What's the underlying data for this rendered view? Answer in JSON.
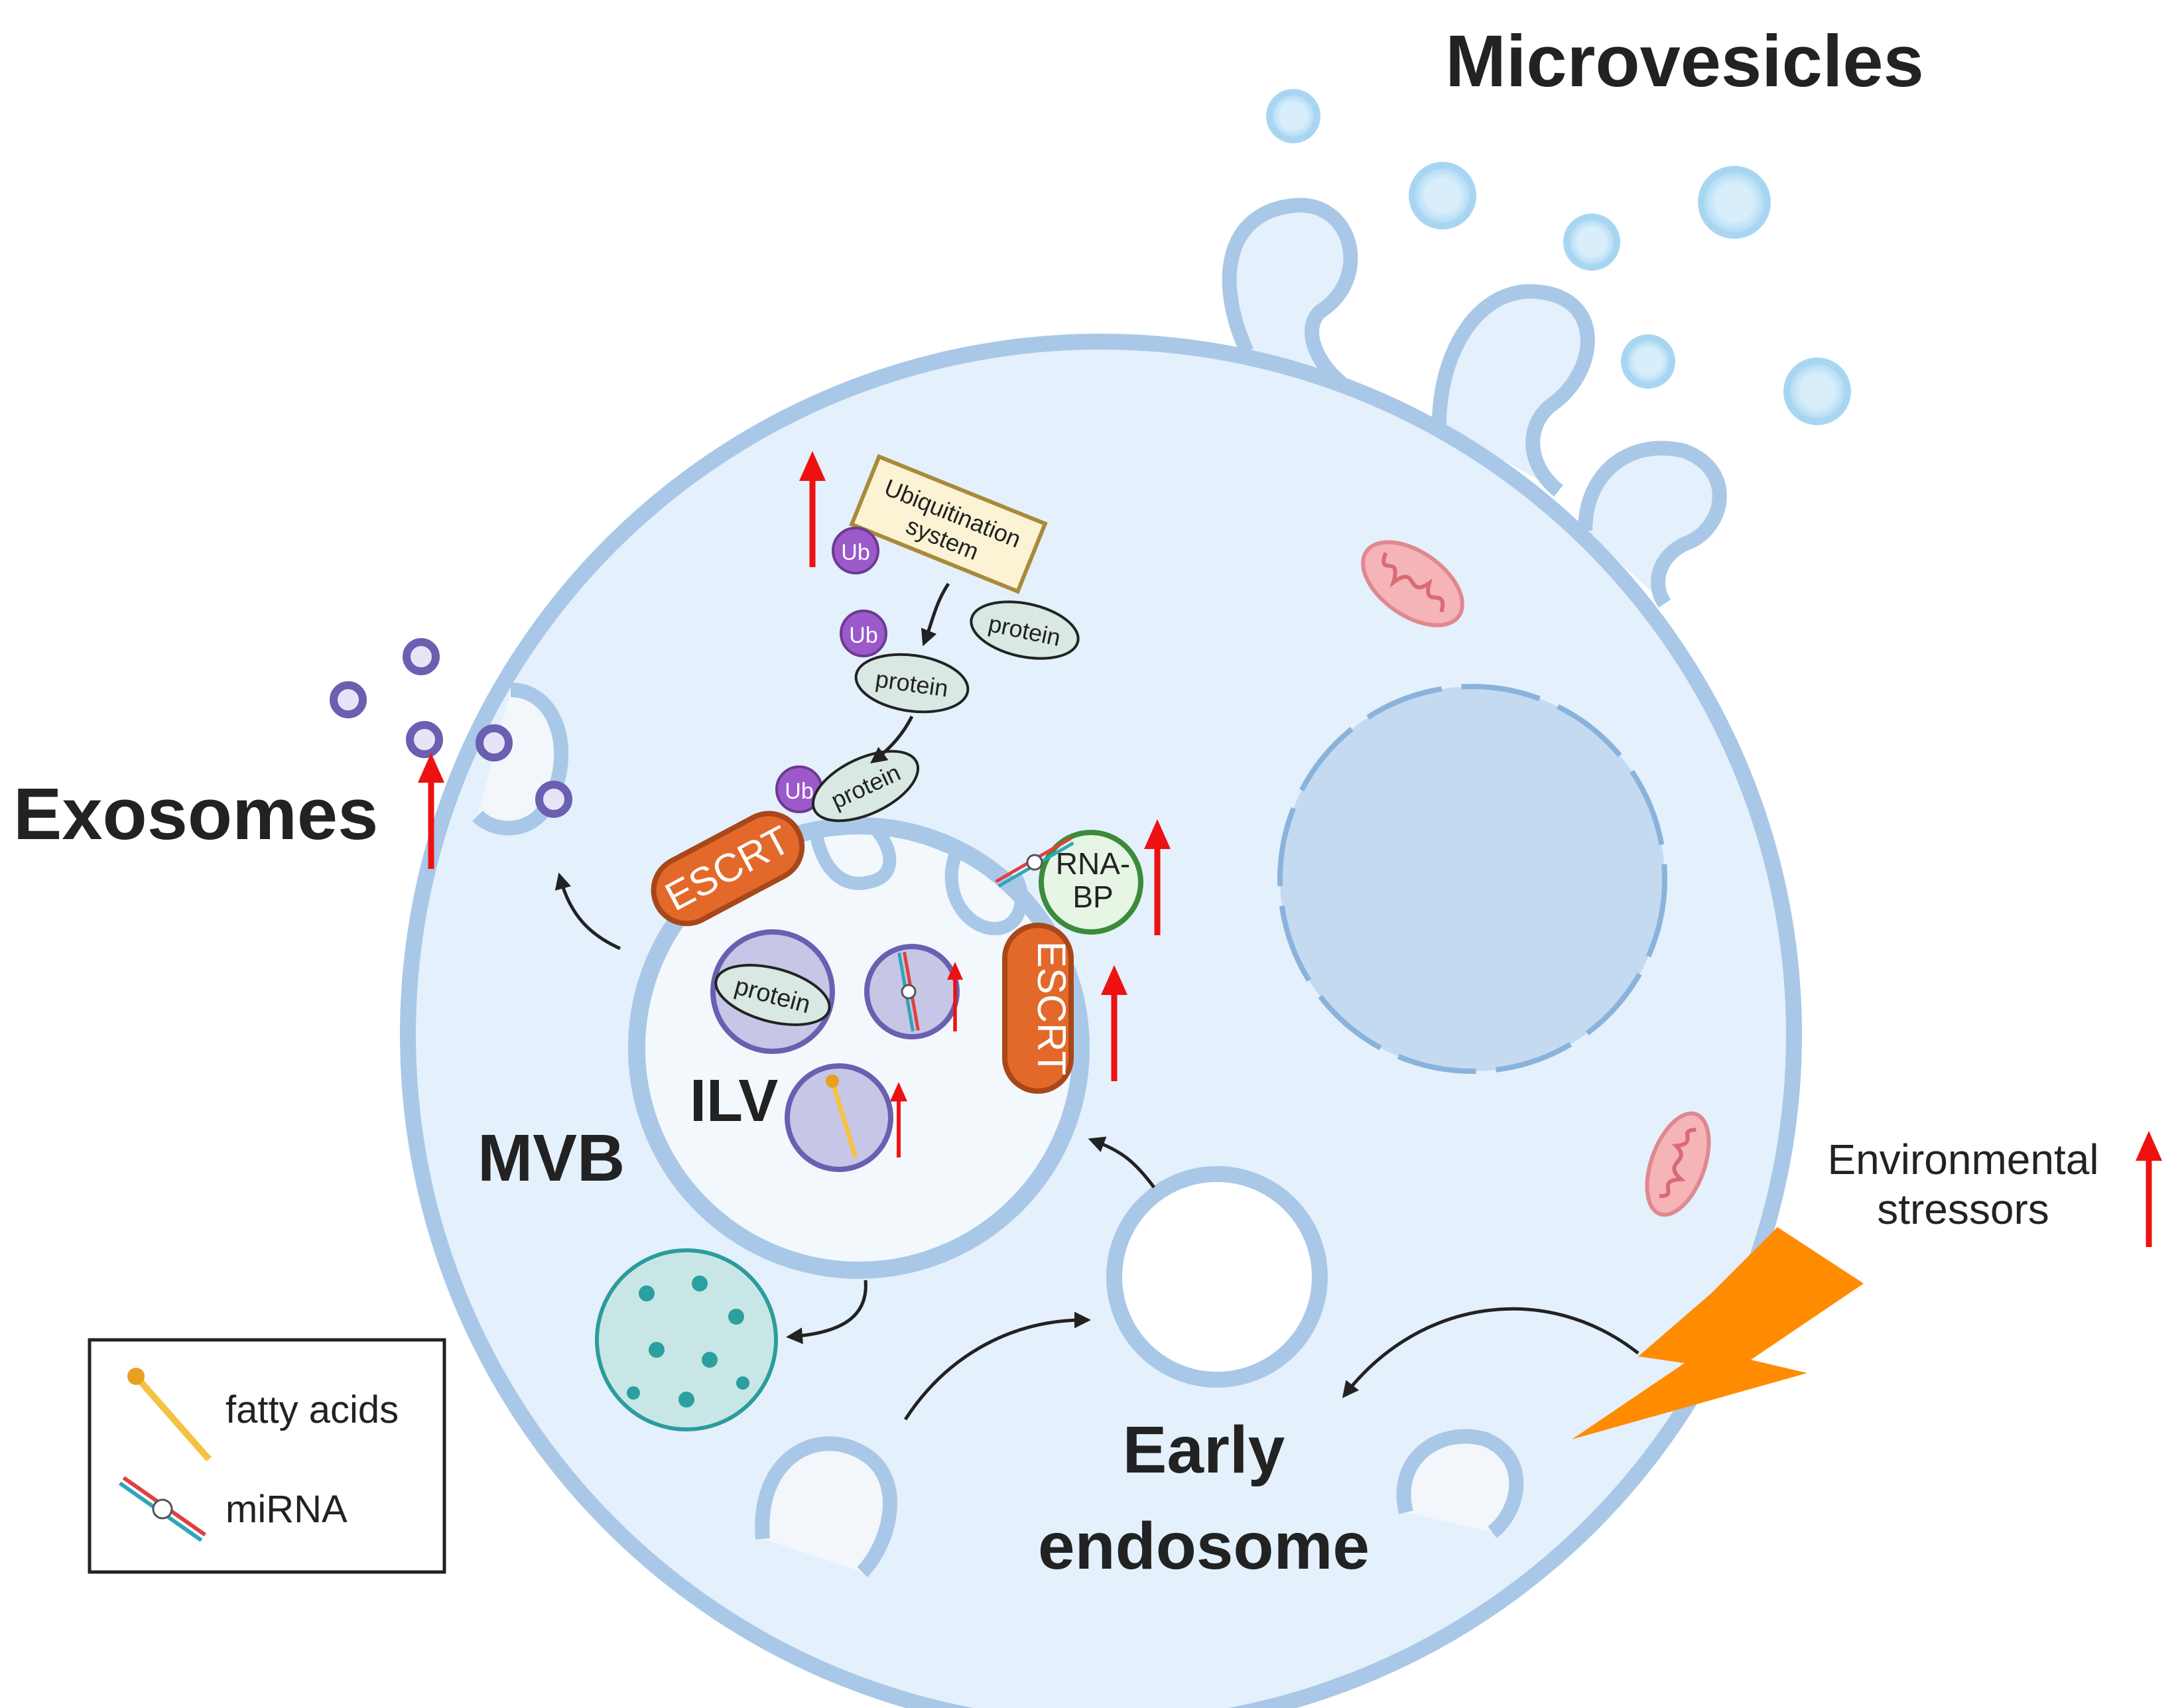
{
  "labels": {
    "microvesicles": "Microvesicles",
    "exosomes": "Exosomes",
    "mvb": "MVB",
    "ilv": "ILV",
    "early_endosome_line1": "Early",
    "early_endosome_line2": "endosome",
    "environmental_line1": "Environmental",
    "environmental_line2": "stressors",
    "ubiquitination_line1": "Ubiquitination",
    "ubiquitination_line2": "system",
    "ub": "Ub",
    "protein": "protein",
    "escrt": "ESCRT",
    "rnabp_line1": "RNA-",
    "rnabp_line2": "BP"
  },
  "legend": {
    "items": [
      {
        "icon": "fatty-acid-icon",
        "label": "fatty acids"
      },
      {
        "icon": "mirna-icon",
        "label": "miRNA"
      }
    ]
  },
  "colors": {
    "membrane": "#a9c8e8",
    "cytoplasm": "#e4f0fb",
    "nucleus": "#c3daf0",
    "escrt": "#e2692a",
    "ub": "#9b59c9",
    "protein": "#d9e8e2",
    "up_arrow": "#ee1111",
    "lightning": "#ff8c00",
    "exosome": "#6a5fb0",
    "lysosome": "#c9e6e6",
    "mitochondria": "#f5b4b8"
  }
}
